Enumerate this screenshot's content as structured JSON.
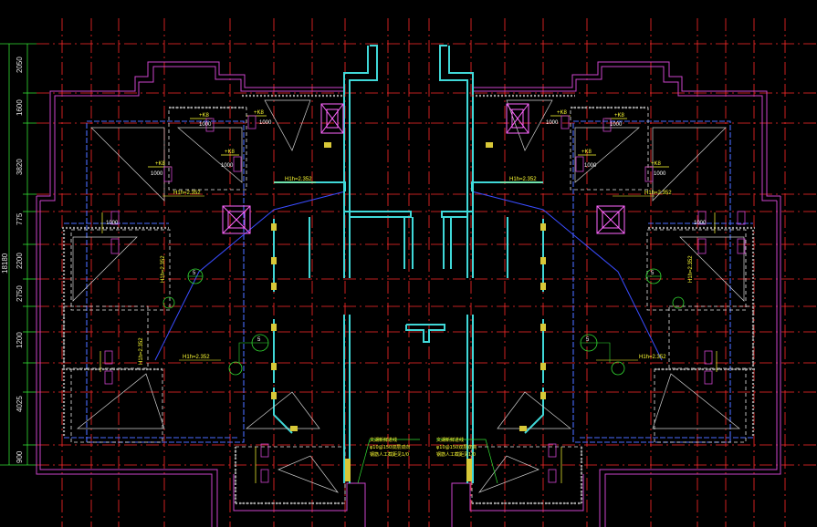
{
  "drawing": {
    "dimensions_left": [
      "2050",
      "1600",
      "3820",
      "775",
      "2200",
      "2750",
      "1200",
      "4025",
      "900"
    ],
    "dimension_total": "18180",
    "elevation_left": "H1h=2.352",
    "elevation_right": "H1h=2.352",
    "slab_hook": "+K8",
    "slab_size": "1000",
    "section_mark": "5",
    "note_left": [
      "文湖新鲜进线",
      "φ10@150双层双向",
      "钢筋人工截距见1/0"
    ],
    "note_right": [
      "文湖新鲜进线",
      "φ10@150双层双向",
      "钢筋人工截距见1/0"
    ],
    "colors": {
      "background": "#000000",
      "axis": "#ff2a2a",
      "wall": "#40d8d8",
      "outline": "#cc44cc",
      "beam": "#4a6cff",
      "text": "#ffff33",
      "dimension": "#e6e6e6"
    }
  }
}
